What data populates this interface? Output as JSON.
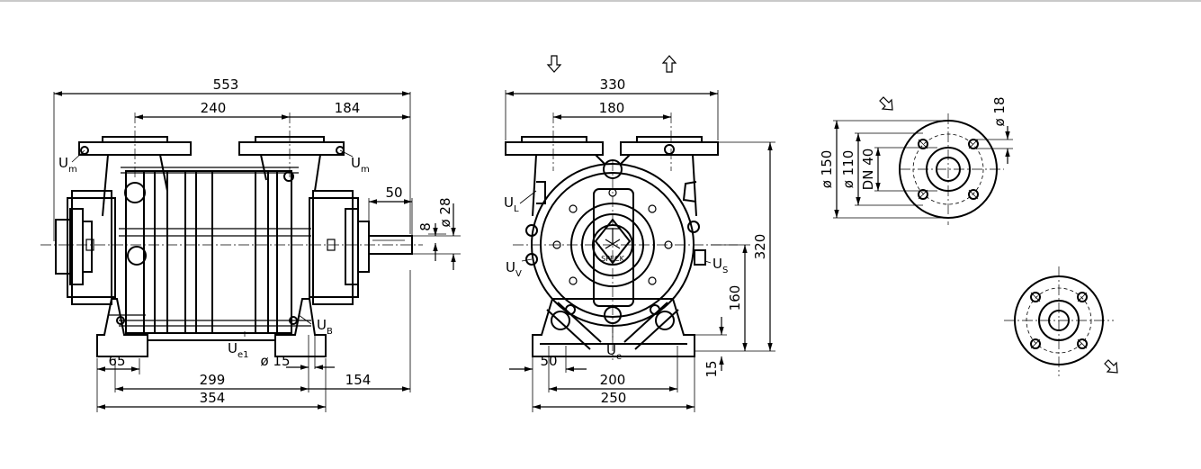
{
  "dimensions": {
    "side_view": {
      "overall_length": "553",
      "flange_spacing": "240",
      "flange_offset": "184",
      "shaft_length": "50",
      "shaft_key": "8",
      "shaft_diameter": "ø 28",
      "foot_width": "65",
      "hole_diameter": "ø 15",
      "base_span": "299",
      "shaft_end": "154",
      "base_length": "354"
    },
    "end_view": {
      "overall_width": "330",
      "flange_spacing": "180",
      "overall_height": "320",
      "shaft_height": "160",
      "foot_thickness": "15",
      "foot_offset": "50",
      "foot_hole_span": "200",
      "foot_width": "250"
    },
    "flange": {
      "outer_diameter": "ø 150",
      "bolt_circle": "ø 110",
      "nominal": "DN 40",
      "bolt_hole": "ø 18"
    }
  },
  "connections": {
    "Um_left": {
      "main": "U",
      "sub": "m"
    },
    "Um_right": {
      "main": "U",
      "sub": "m"
    },
    "Ue1": {
      "main": "U",
      "sub": "e1"
    },
    "UB": {
      "main": "U",
      "sub": "B"
    },
    "UL": {
      "main": "U",
      "sub": "L"
    },
    "UV": {
      "main": "U",
      "sub": "V"
    },
    "US": {
      "main": "U",
      "sub": "S"
    },
    "Ue": {
      "main": "U",
      "sub": "e"
    }
  },
  "logo_text": "SPECK",
  "colors": {
    "line": "#000000",
    "background": "#ffffff",
    "topbar": "#c9c9c9"
  },
  "icons": [
    "inlet-arrow-icon",
    "outlet-arrow-icon",
    "speck-logo-icon"
  ]
}
